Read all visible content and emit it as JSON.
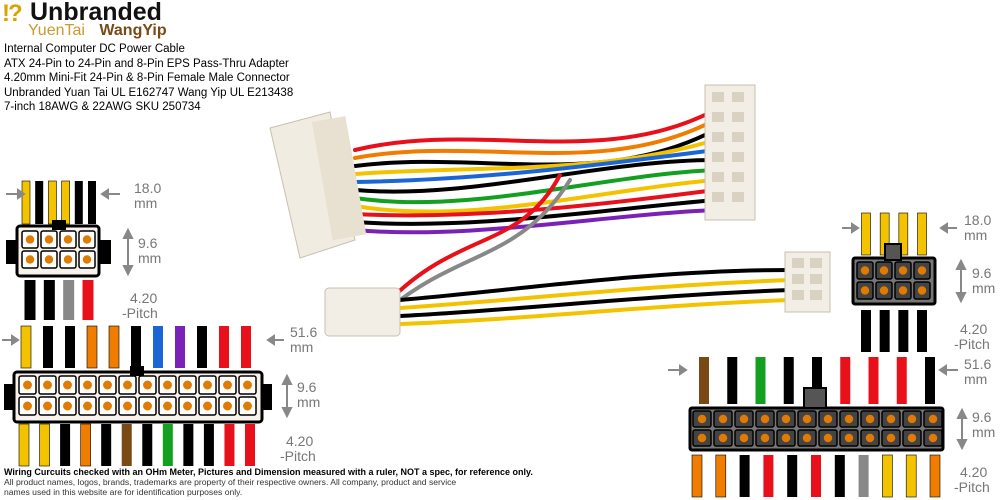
{
  "brand": {
    "mark": "!?",
    "name": "Unbranded",
    "sub_a": "YuenTai",
    "sub_b": "WangYip"
  },
  "description": [
    "Internal Computer DC Power Cable",
    "ATX 24-Pin to 24-Pin and 8-Pin EPS Pass-Thru Adapter",
    "4.20mm Mini-Fit 24-Pin & 8-Pin Female Male Connector",
    "Unbranded Yuan Tai UL E162747 Wang Yip UL E213438",
    "7-inch 18AWG & 22AWG SKU 250734"
  ],
  "left_8pin": {
    "width_label_value": "18.0",
    "width_label_unit": "mm",
    "height_label_value": "9.6",
    "height_label_unit": "mm",
    "top_wires": [
      "#f3c300",
      "#000000",
      "#f3c300",
      "#f3c300",
      "#000000",
      "#000000"
    ],
    "bottom_wires": [
      "#000000",
      "#000000",
      "#888888",
      "#e8101a"
    ],
    "pitch_value": "4.20",
    "pitch_label": "-Pitch"
  },
  "left_24pin": {
    "width_label_value": "51.6",
    "width_label_unit": "mm",
    "height_label_value": "9.6",
    "height_label_unit": "mm",
    "top_wires": [
      "#f3c300",
      "#000000",
      "#000000",
      "#f07d00",
      "#f07d00",
      "#000000",
      "#1b66d6",
      "#7a22b8",
      "#000000",
      "#e8101a",
      "#e8101a"
    ],
    "bottom_wires": [
      "#f3c300",
      "#f3c300",
      "#000000",
      "#f07d00",
      "#000000",
      "#7a4a16",
      "#000000",
      "#13a021",
      "#000000",
      "#000000",
      "#e8101a",
      "#e8101a"
    ],
    "pitch_value": "4.20",
    "pitch_label": "-Pitch"
  },
  "right_8pin": {
    "width_label_value": "18.0",
    "width_label_unit": "mm",
    "height_label_value": "9.6",
    "height_label_unit": "mm",
    "top_wires": [
      "#f3c300",
      "#f3c300",
      "#f3c300",
      "#f3c300"
    ],
    "bottom_wires": [
      "#000000",
      "#000000",
      "#000000",
      "#000000"
    ],
    "pitch_value": "4.20",
    "pitch_label": "-Pitch"
  },
  "right_24pin": {
    "width_label_value": "51.6",
    "width_label_unit": "mm",
    "height_label_value": "9.6",
    "height_label_unit": "mm",
    "top_wires": [
      "#7a4a16",
      "#000000",
      "#13a021",
      "#000000",
      "#000000",
      "#e8101a",
      "#e8101a",
      "#e8101a",
      "#000000"
    ],
    "bottom_wires": [
      "#f07d00",
      "#f07d00",
      "#000000",
      "#e8101a",
      "#000000",
      "#e8101a",
      "#000000",
      "#888888",
      "#f3c300",
      "#f3c300",
      "#f07d00"
    ],
    "pitch_value": "4.20",
    "pitch_label": "-Pitch"
  },
  "footnote": {
    "bold": "Wiring Curcuits checked with an OHm Meter, Pictures and Dimension measured with a ruler, NOT a spec, for reference only.",
    "line2": "All product names, logos, brands, trademarks are property of their respective owners. All company, product and service",
    "line3": "names used in this website are for identification purposes only."
  }
}
